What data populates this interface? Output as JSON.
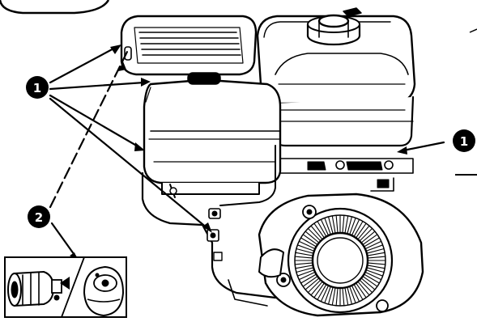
{
  "diagram": {
    "callouts": [
      {
        "id": "callout-1-left",
        "number": "1"
      },
      {
        "id": "callout-2",
        "number": "2"
      },
      {
        "id": "callout-1-right",
        "number": "1"
      }
    ]
  }
}
